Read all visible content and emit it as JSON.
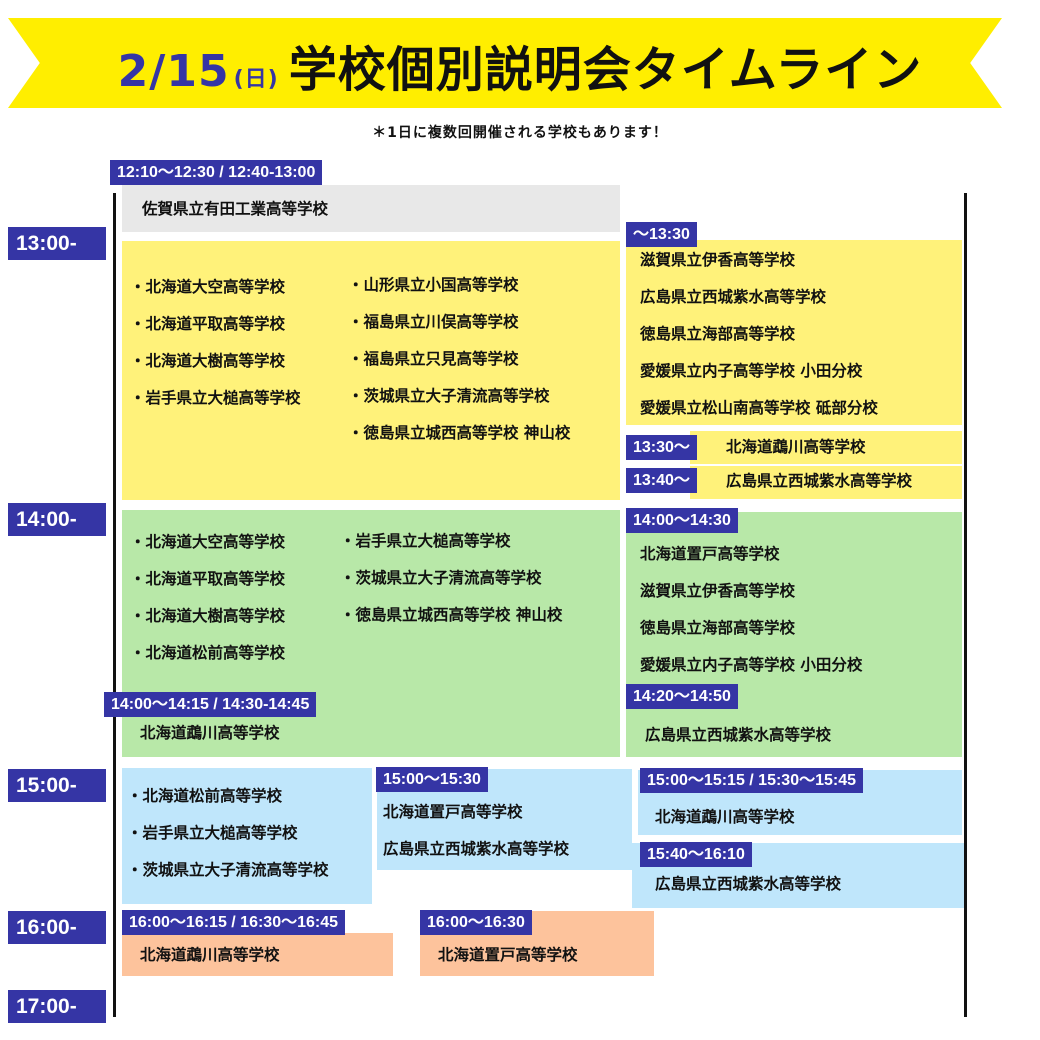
{
  "header": {
    "date": "2/15",
    "weekday": "(日)",
    "title": "学校個別説明会タイムライン",
    "note": "＊1日に複数回開催される学校もあります！"
  },
  "hours": [
    "13:00-",
    "14:00-",
    "15:00-",
    "16:00-",
    "17:00-"
  ],
  "colors": {
    "banner": "#ffee00",
    "label": "#3535a5",
    "slot13": "#fff27a",
    "slot14": "#b8e8a8",
    "slot15": "#bfe6fb",
    "slot16": "#fdc39c",
    "pre": "#e8e8e8"
  },
  "pre": {
    "time": "12:10～12:30 / 12:40-13:00",
    "school": "佐賀県立有田工業高等学校"
  },
  "s13": {
    "left_col1": [
      "・北海道大空高等学校",
      "・北海道平取高等学校",
      "・北海道大樹高等学校",
      "・岩手県立大槌高等学校"
    ],
    "left_col2": [
      "・山形県立小国高等学校",
      "・福島県立川俣高等学校",
      "・福島県立只見高等学校",
      "・茨城県立大子清流高等学校",
      "・徳島県立城西高等学校 神山校"
    ],
    "right_time": "～13:30",
    "right": [
      "滋賀県立伊香高等学校",
      "広島県立西城紫水高等学校",
      "徳島県立海部高等学校",
      "愛媛県立内子高等学校 小田分校",
      "愛媛県立松山南高等学校 砥部分校"
    ],
    "a_time": "13:30～",
    "a_school": "北海道鵡川高等学校",
    "b_time": "13:40～",
    "b_school": "広島県立西城紫水高等学校"
  },
  "s14": {
    "left_col1": [
      "・北海道大空高等学校",
      "・北海道平取高等学校",
      "・北海道大樹高等学校",
      "・北海道松前高等学校"
    ],
    "left_col2": [
      "・岩手県立大槌高等学校",
      "・茨城県立大子清流高等学校",
      "・徳島県立城西高等学校 神山校"
    ],
    "sub_time": "14:00～14:15 / 14:30-14:45",
    "sub_school": "北海道鵡川高等学校",
    "right_time": "14:00～14:30",
    "right": [
      "北海道置戸高等学校",
      "滋賀県立伊香高等学校",
      "徳島県立海部高等学校",
      "愛媛県立内子高等学校 小田分校"
    ],
    "r2_time": "14:20～14:50",
    "r2_school": "広島県立西城紫水高等学校"
  },
  "s15": {
    "left": [
      "・北海道松前高等学校",
      "・岩手県立大槌高等学校",
      "・茨城県立大子清流高等学校"
    ],
    "mid_time": "15:00～15:30",
    "mid": [
      "北海道置戸高等学校",
      "広島県立西城紫水高等学校"
    ],
    "r1_time": "15:00～15:15  / 15:30～15:45",
    "r1_school": "北海道鵡川高等学校",
    "r2_time": "15:40～16:10",
    "r2_school": "広島県立西城紫水高等学校"
  },
  "s16": {
    "a_time": "16:00～16:15 / 16:30～16:45",
    "a_school": "北海道鵡川高等学校",
    "b_time": "16:00～16:30",
    "b_school": "北海道置戸高等学校"
  }
}
